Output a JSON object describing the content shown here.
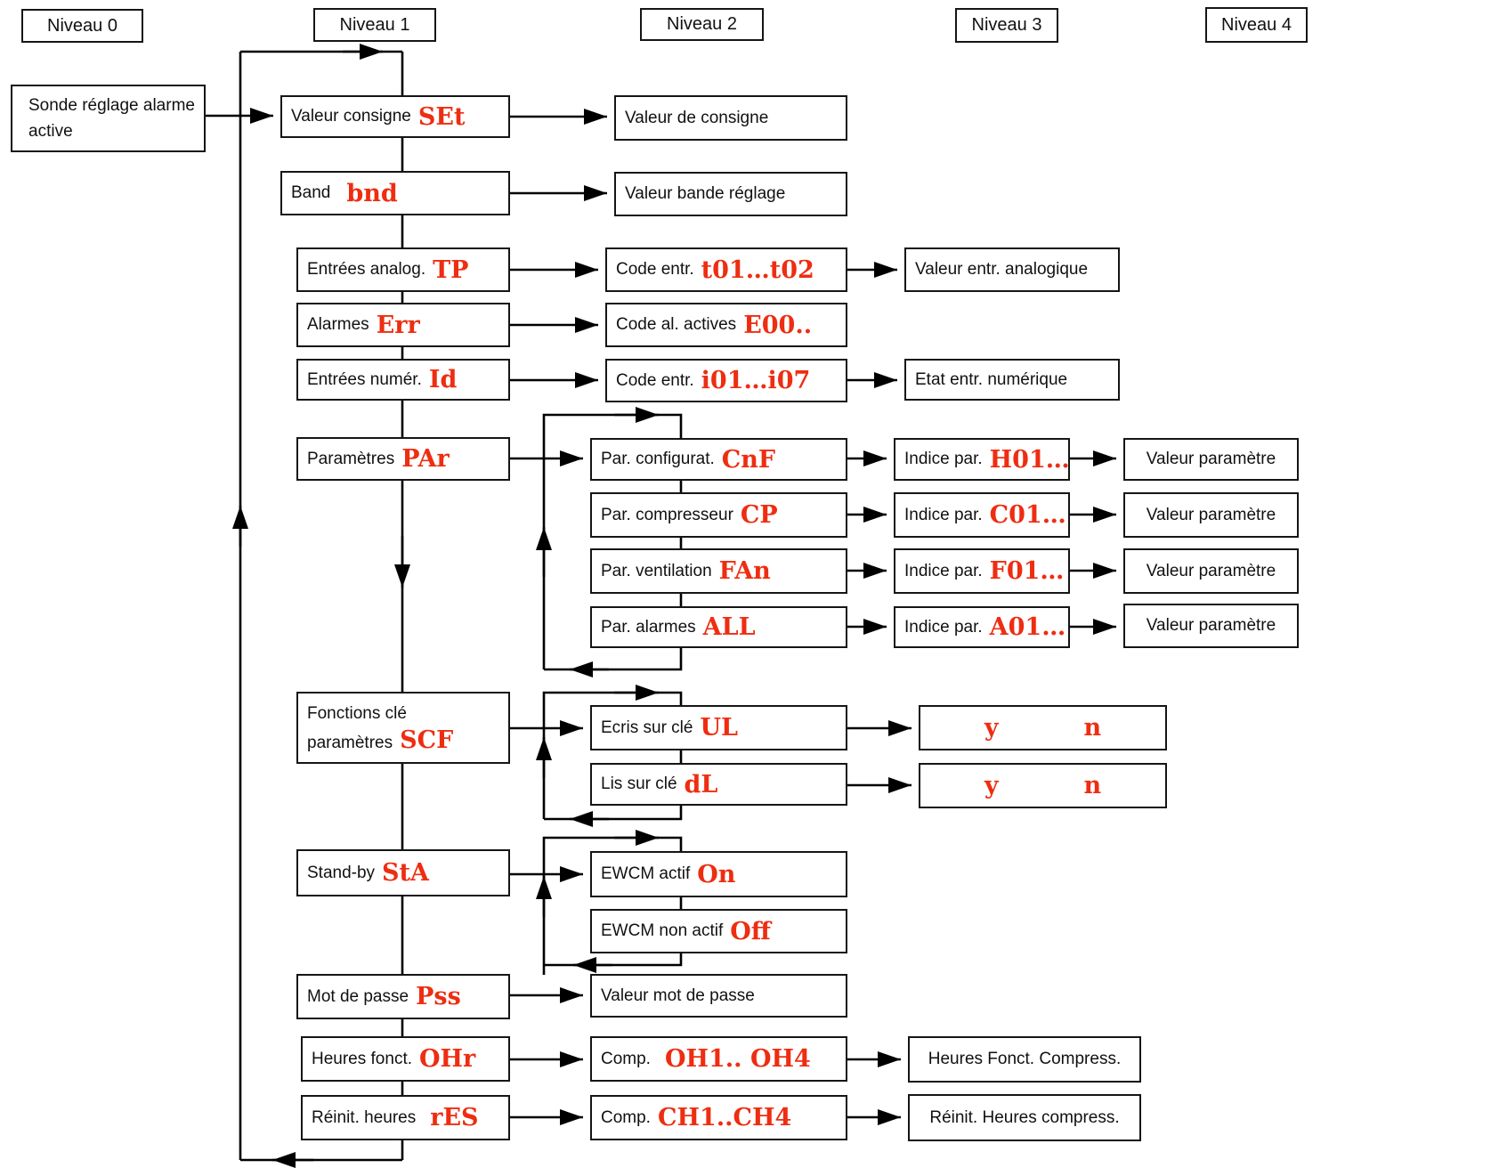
{
  "colors": {
    "code_accent": "#ee2d11",
    "line": "#000000"
  },
  "headers": {
    "n0": "Niveau 0",
    "n1": "Niveau 1",
    "n2": "Niveau 2",
    "n3": "Niveau 3",
    "n4": "Niveau 4"
  },
  "nodes": {
    "sonde": {
      "line1": "Sonde réglage alarme",
      "line2": "active"
    },
    "set": {
      "label": "Valeur consigne",
      "code": "SEt"
    },
    "bnd": {
      "label": "Band",
      "code": "bnd"
    },
    "tp": {
      "label": "Entrées analog.",
      "code": "TP"
    },
    "err": {
      "label": "Alarmes",
      "code": "Err"
    },
    "id": {
      "label": "Entrées numér.",
      "code": "Id"
    },
    "par": {
      "label": "Paramètres",
      "code": "PAr"
    },
    "scf": {
      "line1": "Fonctions clé",
      "line2": "paramètres",
      "code": "SCF"
    },
    "sta": {
      "label": "Stand-by",
      "code": "StA"
    },
    "pss": {
      "label": "Mot de passe",
      "code": "Pss"
    },
    "ohr": {
      "label": "Heures fonct.",
      "code": "OHr"
    },
    "res": {
      "label": "Réinit. heures",
      "code": "rES"
    },
    "vconsigne": {
      "label": "Valeur de consigne"
    },
    "vbande": {
      "label": "Valeur bande réglage"
    },
    "t01": {
      "label": "Code entr.",
      "code": "t01…t02"
    },
    "e00": {
      "label": "Code al. actives",
      "code": "E00.."
    },
    "i01": {
      "label": "Code entr.",
      "code": "i01…i07"
    },
    "cnf": {
      "label": "Par. configurat.",
      "code": "CnF"
    },
    "cp": {
      "label": "Par. compresseur",
      "code": "CP"
    },
    "fan": {
      "label": "Par. ventilation",
      "code": "FAn"
    },
    "all": {
      "label": "Par. alarmes",
      "code": "ALL"
    },
    "ul": {
      "label": "Ecris sur clé",
      "code": "UL"
    },
    "dl": {
      "label": "Lis sur clé",
      "code": "dL"
    },
    "on": {
      "label": "EWCM  actif",
      "code": "On"
    },
    "off": {
      "label": "EWCM non actif",
      "code": "Off"
    },
    "vmdp": {
      "label": "Valeur mot de passe"
    },
    "oh14": {
      "label": "Comp.",
      "code": "OH1.. OH4"
    },
    "ch14": {
      "label": "Comp.",
      "code": "CH1..CH4"
    },
    "vana": {
      "label": "Valeur entr. analogique"
    },
    "etat": {
      "label": "Etat entr. numérique"
    },
    "h01": {
      "label": "Indice par.",
      "code": "H01…"
    },
    "c01": {
      "label": "Indice par.",
      "code": "C01…"
    },
    "f01": {
      "label": "Indice par.",
      "code": "F01…"
    },
    "a01": {
      "label": "Indice par.",
      "code": "A01…"
    },
    "yn1": {
      "y": "y",
      "n": "n"
    },
    "yn2": {
      "y": "y",
      "n": "n"
    },
    "hfc": {
      "label": "Heures Fonct. Compress."
    },
    "rhc": {
      "label": "Réinit. Heures compress."
    },
    "vp1": {
      "label": "Valeur paramètre"
    },
    "vp2": {
      "label": "Valeur paramètre"
    },
    "vp3": {
      "label": "Valeur paramètre"
    },
    "vp4": {
      "label": "Valeur paramètre"
    }
  }
}
